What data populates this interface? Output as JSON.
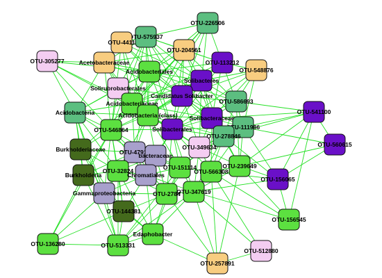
{
  "colors": {
    "edge": "#22e022",
    "green_light": "#5ce040",
    "green_mid": "#5cbe80",
    "green_dark": "#446a1c",
    "purple": "#6a10c8",
    "orange": "#f8cd80",
    "pink": "#f4cdf2",
    "lavender": "#a8a0cc"
  },
  "nodes": [
    {
      "id": "n01",
      "label": "OTU-226506",
      "color": "green_mid"
    },
    {
      "id": "n02",
      "label": "OTU-575937",
      "color": "green_mid"
    },
    {
      "id": "n03",
      "label": "OTU-4411",
      "color": "orange"
    },
    {
      "id": "n04",
      "label": "OTU-204561",
      "color": "orange"
    },
    {
      "id": "n05",
      "label": "OTU-113212",
      "color": "purple"
    },
    {
      "id": "n06",
      "label": "OTU-548876",
      "color": "orange"
    },
    {
      "id": "n07",
      "label": "OTU-305277",
      "color": "pink"
    },
    {
      "id": "n08",
      "label": "Acetobacteraceae",
      "color": "orange"
    },
    {
      "id": "n09",
      "label": "Acidobacteriales",
      "color": "green_light"
    },
    {
      "id": "n10",
      "label": "Solibacteres",
      "color": "purple"
    },
    {
      "id": "n11",
      "label": "Solirubrobacterales",
      "color": "pink"
    },
    {
      "id": "n12",
      "label": "Candidatus Solibacter",
      "color": "purple"
    },
    {
      "id": "n13",
      "label": "OTU-586693",
      "color": "green_mid"
    },
    {
      "id": "n14",
      "label": "Acidobacteriaceae",
      "color": "green_light"
    },
    {
      "id": "n15",
      "label": "Acidobacteria",
      "color": "green_mid"
    },
    {
      "id": "n16",
      "label": "Acidobacteria (class)",
      "color": "green_light"
    },
    {
      "id": "n17",
      "label": "Solibacteraceae",
      "color": "purple"
    },
    {
      "id": "n18",
      "label": "OTU-541100",
      "color": "purple"
    },
    {
      "id": "n19",
      "label": "OTU-111986",
      "color": "green_mid"
    },
    {
      "id": "n20",
      "label": "OTU-546864",
      "color": "green_light"
    },
    {
      "id": "n21",
      "label": "Solibacterales",
      "color": "purple"
    },
    {
      "id": "n22",
      "label": "OTU-278846",
      "color": "green_mid"
    },
    {
      "id": "n23",
      "label": "OTU-560615",
      "color": "purple"
    },
    {
      "id": "n24",
      "label": "Burkholderiaceae",
      "color": "green_dark"
    },
    {
      "id": "n25",
      "label": "OTU-47916",
      "color": "lavender"
    },
    {
      "id": "n26",
      "label": "bacteraceae",
      "color": "lavender"
    },
    {
      "id": "n27",
      "label": "OTU-349634",
      "color": "pink"
    },
    {
      "id": "n28",
      "label": "Burkholderia",
      "color": "green_dark"
    },
    {
      "id": "n29",
      "label": "OTU-32824",
      "color": "green_light"
    },
    {
      "id": "n30",
      "label": "Chromatiales",
      "color": "lavender"
    },
    {
      "id": "n31",
      "label": "OTU-151114",
      "color": "green_light"
    },
    {
      "id": "n32",
      "label": "OTU-566308",
      "color": "green_light"
    },
    {
      "id": "n33",
      "label": "OTU-239649",
      "color": "green_light"
    },
    {
      "id": "n34",
      "label": "OTU-156065",
      "color": "purple"
    },
    {
      "id": "n35",
      "label": "Gammaproteobacteria",
      "color": "lavender"
    },
    {
      "id": "n36",
      "label": "OTU-2784",
      "color": "green_light"
    },
    {
      "id": "n37",
      "label": "OTU-347619",
      "color": "green_light"
    },
    {
      "id": "n38",
      "label": "OTU-144381",
      "color": "green_dark"
    },
    {
      "id": "n39",
      "label": "OTU-156545",
      "color": "green_light"
    },
    {
      "id": "n40",
      "label": "Edaphobacter",
      "color": "green_light"
    },
    {
      "id": "n41",
      "label": "OTU-136280",
      "color": "green_light"
    },
    {
      "id": "n42",
      "label": "OTU-513331",
      "color": "green_light"
    },
    {
      "id": "n43",
      "label": "OTU-512880",
      "color": "pink"
    },
    {
      "id": "n44",
      "label": "OTU-257891",
      "color": "orange"
    }
  ],
  "edges": [
    [
      "n01",
      "n04"
    ],
    [
      "n01",
      "n09"
    ],
    [
      "n01",
      "n10"
    ],
    [
      "n01",
      "n12"
    ],
    [
      "n01",
      "n16"
    ],
    [
      "n01",
      "n20"
    ],
    [
      "n01",
      "n02"
    ],
    [
      "n01",
      "n05"
    ],
    [
      "n02",
      "n03"
    ],
    [
      "n02",
      "n04"
    ],
    [
      "n02",
      "n08"
    ],
    [
      "n02",
      "n09"
    ],
    [
      "n02",
      "n10"
    ],
    [
      "n02",
      "n12"
    ],
    [
      "n02",
      "n14"
    ],
    [
      "n02",
      "n16"
    ],
    [
      "n02",
      "n17"
    ],
    [
      "n02",
      "n20"
    ],
    [
      "n02",
      "n21"
    ],
    [
      "n02",
      "n05"
    ],
    [
      "n02",
      "n11"
    ],
    [
      "n03",
      "n08"
    ],
    [
      "n03",
      "n09"
    ],
    [
      "n03",
      "n14"
    ],
    [
      "n03",
      "n16"
    ],
    [
      "n03",
      "n20"
    ],
    [
      "n03",
      "n10"
    ],
    [
      "n03",
      "n12"
    ],
    [
      "n04",
      "n05"
    ],
    [
      "n04",
      "n09"
    ],
    [
      "n04",
      "n10"
    ],
    [
      "n04",
      "n12"
    ],
    [
      "n04",
      "n14"
    ],
    [
      "n04",
      "n16"
    ],
    [
      "n04",
      "n17"
    ],
    [
      "n04",
      "n21"
    ],
    [
      "n04",
      "n08"
    ],
    [
      "n04",
      "n20"
    ],
    [
      "n04",
      "n13"
    ],
    [
      "n05",
      "n06"
    ],
    [
      "n05",
      "n10"
    ],
    [
      "n05",
      "n12"
    ],
    [
      "n05",
      "n13"
    ],
    [
      "n05",
      "n16"
    ],
    [
      "n05",
      "n17"
    ],
    [
      "n05",
      "n21"
    ],
    [
      "n05",
      "n09"
    ],
    [
      "n05",
      "n14"
    ],
    [
      "n06",
      "n10"
    ],
    [
      "n06",
      "n12"
    ],
    [
      "n06",
      "n13"
    ],
    [
      "n06",
      "n17"
    ],
    [
      "n06",
      "n19"
    ],
    [
      "n06",
      "n21"
    ],
    [
      "n07",
      "n09"
    ],
    [
      "n07",
      "n14"
    ],
    [
      "n07",
      "n16"
    ],
    [
      "n07",
      "n20"
    ],
    [
      "n07",
      "n08"
    ],
    [
      "n07",
      "n15"
    ],
    [
      "n08",
      "n09"
    ],
    [
      "n08",
      "n11"
    ],
    [
      "n08",
      "n14"
    ],
    [
      "n08",
      "n16"
    ],
    [
      "n08",
      "n20"
    ],
    [
      "n08",
      "n15"
    ],
    [
      "n08",
      "n12"
    ],
    [
      "n09",
      "n10"
    ],
    [
      "n09",
      "n11"
    ],
    [
      "n09",
      "n12"
    ],
    [
      "n09",
      "n14"
    ],
    [
      "n09",
      "n15"
    ],
    [
      "n09",
      "n16"
    ],
    [
      "n09",
      "n17"
    ],
    [
      "n09",
      "n20"
    ],
    [
      "n09",
      "n21"
    ],
    [
      "n09",
      "n25"
    ],
    [
      "n09",
      "n13"
    ],
    [
      "n10",
      "n12"
    ],
    [
      "n10",
      "n13"
    ],
    [
      "n10",
      "n14"
    ],
    [
      "n10",
      "n16"
    ],
    [
      "n10",
      "n17"
    ],
    [
      "n10",
      "n21"
    ],
    [
      "n10",
      "n19"
    ],
    [
      "n10",
      "n22"
    ],
    [
      "n10",
      "n27"
    ],
    [
      "n11",
      "n14"
    ],
    [
      "n11",
      "n15"
    ],
    [
      "n11",
      "n16"
    ],
    [
      "n11",
      "n20"
    ],
    [
      "n11",
      "n12"
    ],
    [
      "n12",
      "n13"
    ],
    [
      "n12",
      "n14"
    ],
    [
      "n12",
      "n16"
    ],
    [
      "n12",
      "n17"
    ],
    [
      "n12",
      "n21"
    ],
    [
      "n12",
      "n22"
    ],
    [
      "n12",
      "n19"
    ],
    [
      "n12",
      "n27"
    ],
    [
      "n12",
      "n20"
    ],
    [
      "n13",
      "n17"
    ],
    [
      "n13",
      "n19"
    ],
    [
      "n13",
      "n21"
    ],
    [
      "n13",
      "n22"
    ],
    [
      "n13",
      "n18"
    ],
    [
      "n13",
      "n33"
    ],
    [
      "n14",
      "n15"
    ],
    [
      "n14",
      "n16"
    ],
    [
      "n14",
      "n20"
    ],
    [
      "n14",
      "n21"
    ],
    [
      "n14",
      "n25"
    ],
    [
      "n14",
      "n17"
    ],
    [
      "n14",
      "n24"
    ],
    [
      "n15",
      "n16"
    ],
    [
      "n15",
      "n20"
    ],
    [
      "n15",
      "n24"
    ],
    [
      "n15",
      "n28"
    ],
    [
      "n15",
      "n29"
    ],
    [
      "n15",
      "n25"
    ],
    [
      "n15",
      "n35"
    ],
    [
      "n16",
      "n17"
    ],
    [
      "n16",
      "n20"
    ],
    [
      "n16",
      "n21"
    ],
    [
      "n16",
      "n25"
    ],
    [
      "n16",
      "n26"
    ],
    [
      "n16",
      "n27"
    ],
    [
      "n16",
      "n22"
    ],
    [
      "n16",
      "n31"
    ],
    [
      "n16",
      "n29"
    ],
    [
      "n17",
      "n19"
    ],
    [
      "n17",
      "n21"
    ],
    [
      "n17",
      "n22"
    ],
    [
      "n17",
      "n27"
    ],
    [
      "n17",
      "n32"
    ],
    [
      "n17",
      "n33"
    ],
    [
      "n17",
      "n18"
    ],
    [
      "n18",
      "n19"
    ],
    [
      "n18",
      "n22"
    ],
    [
      "n18",
      "n23"
    ],
    [
      "n18",
      "n33"
    ],
    [
      "n18",
      "n34"
    ],
    [
      "n18",
      "n39"
    ],
    [
      "n19",
      "n22"
    ],
    [
      "n19",
      "n23"
    ],
    [
      "n19",
      "n27"
    ],
    [
      "n19",
      "n32"
    ],
    [
      "n19",
      "n33"
    ],
    [
      "n19",
      "n34"
    ],
    [
      "n19",
      "n21"
    ],
    [
      "n20",
      "n24"
    ],
    [
      "n20",
      "n25"
    ],
    [
      "n20",
      "n28"
    ],
    [
      "n20",
      "n29"
    ],
    [
      "n20",
      "n30"
    ],
    [
      "n20",
      "n35"
    ],
    [
      "n20",
      "n21"
    ],
    [
      "n20",
      "n38"
    ],
    [
      "n20",
      "n26"
    ],
    [
      "n21",
      "n22"
    ],
    [
      "n21",
      "n26"
    ],
    [
      "n21",
      "n27"
    ],
    [
      "n21",
      "n31"
    ],
    [
      "n21",
      "n32"
    ],
    [
      "n21",
      "n36"
    ],
    [
      "n21",
      "n37"
    ],
    [
      "n21",
      "n30"
    ],
    [
      "n22",
      "n27"
    ],
    [
      "n22",
      "n31"
    ],
    [
      "n22",
      "n32"
    ],
    [
      "n22",
      "n33"
    ],
    [
      "n22",
      "n37"
    ],
    [
      "n22",
      "n34"
    ],
    [
      "n23",
      "n34"
    ],
    [
      "n23",
      "n33"
    ],
    [
      "n24",
      "n25"
    ],
    [
      "n24",
      "n28"
    ],
    [
      "n24",
      "n29"
    ],
    [
      "n24",
      "n35"
    ],
    [
      "n24",
      "n38"
    ],
    [
      "n25",
      "n26"
    ],
    [
      "n25",
      "n28"
    ],
    [
      "n25",
      "n29"
    ],
    [
      "n25",
      "n30"
    ],
    [
      "n25",
      "n31"
    ],
    [
      "n25",
      "n35"
    ],
    [
      "n25",
      "n36"
    ],
    [
      "n26",
      "n30"
    ],
    [
      "n26",
      "n31"
    ],
    [
      "n26",
      "n36"
    ],
    [
      "n26",
      "n29"
    ],
    [
      "n27",
      "n31"
    ],
    [
      "n27",
      "n32"
    ],
    [
      "n27",
      "n33"
    ],
    [
      "n27",
      "n37"
    ],
    [
      "n27",
      "n36"
    ],
    [
      "n28",
      "n29"
    ],
    [
      "n28",
      "n35"
    ],
    [
      "n28",
      "n38"
    ],
    [
      "n28",
      "n41"
    ],
    [
      "n28",
      "n42"
    ],
    [
      "n29",
      "n30"
    ],
    [
      "n29",
      "n35"
    ],
    [
      "n29",
      "n36"
    ],
    [
      "n29",
      "n38"
    ],
    [
      "n29",
      "n42"
    ],
    [
      "n29",
      "n40"
    ],
    [
      "n30",
      "n31"
    ],
    [
      "n30",
      "n35"
    ],
    [
      "n30",
      "n36"
    ],
    [
      "n30",
      "n37"
    ],
    [
      "n30",
      "n40"
    ],
    [
      "n30",
      "n38"
    ],
    [
      "n31",
      "n32"
    ],
    [
      "n31",
      "n36"
    ],
    [
      "n31",
      "n37"
    ],
    [
      "n31",
      "n40"
    ],
    [
      "n31",
      "n42"
    ],
    [
      "n32",
      "n33"
    ],
    [
      "n32",
      "n34"
    ],
    [
      "n32",
      "n37"
    ],
    [
      "n32",
      "n44"
    ],
    [
      "n32",
      "n43"
    ],
    [
      "n32",
      "n39"
    ],
    [
      "n33",
      "n34"
    ],
    [
      "n33",
      "n37"
    ],
    [
      "n33",
      "n39"
    ],
    [
      "n33",
      "n44"
    ],
    [
      "n34",
      "n39"
    ],
    [
      "n34",
      "n37"
    ],
    [
      "n35",
      "n38"
    ],
    [
      "n35",
      "n42"
    ],
    [
      "n35",
      "n41"
    ],
    [
      "n35",
      "n36"
    ],
    [
      "n35",
      "n40"
    ],
    [
      "n36",
      "n37"
    ],
    [
      "n36",
      "n40"
    ],
    [
      "n36",
      "n42"
    ],
    [
      "n36",
      "n38"
    ],
    [
      "n36",
      "n44"
    ],
    [
      "n37",
      "n40"
    ],
    [
      "n37",
      "n44"
    ],
    [
      "n37",
      "n42"
    ],
    [
      "n37",
      "n43"
    ],
    [
      "n37",
      "n39"
    ],
    [
      "n38",
      "n41"
    ],
    [
      "n38",
      "n42"
    ],
    [
      "n38",
      "n40"
    ],
    [
      "n40",
      "n42"
    ],
    [
      "n40",
      "n44"
    ],
    [
      "n41",
      "n42"
    ],
    [
      "n43",
      "n44"
    ],
    [
      "n20",
      "n41"
    ],
    [
      "n15",
      "n42"
    ]
  ]
}
